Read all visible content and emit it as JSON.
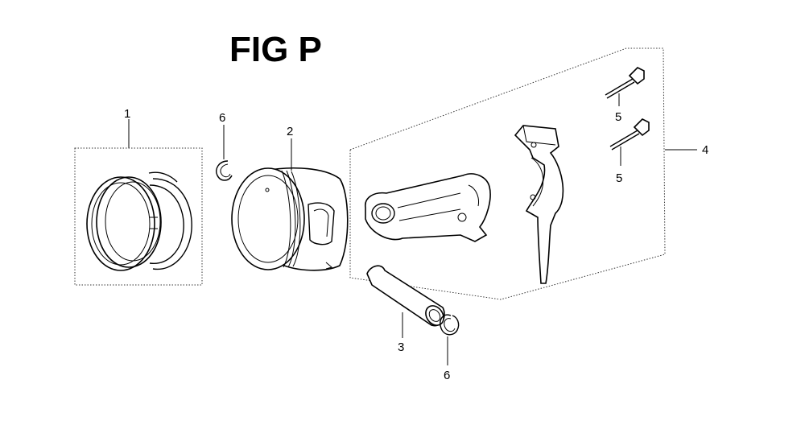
{
  "title": "FIG P",
  "callouts": {
    "piston_ring_set": "1",
    "piston": "2",
    "piston_pin": "3",
    "connecting_rod_assembly": "4",
    "rod_bolt_upper": "5",
    "rod_bolt_lower": "5",
    "pin_clip_upper": "6",
    "pin_clip_lower": "6"
  }
}
